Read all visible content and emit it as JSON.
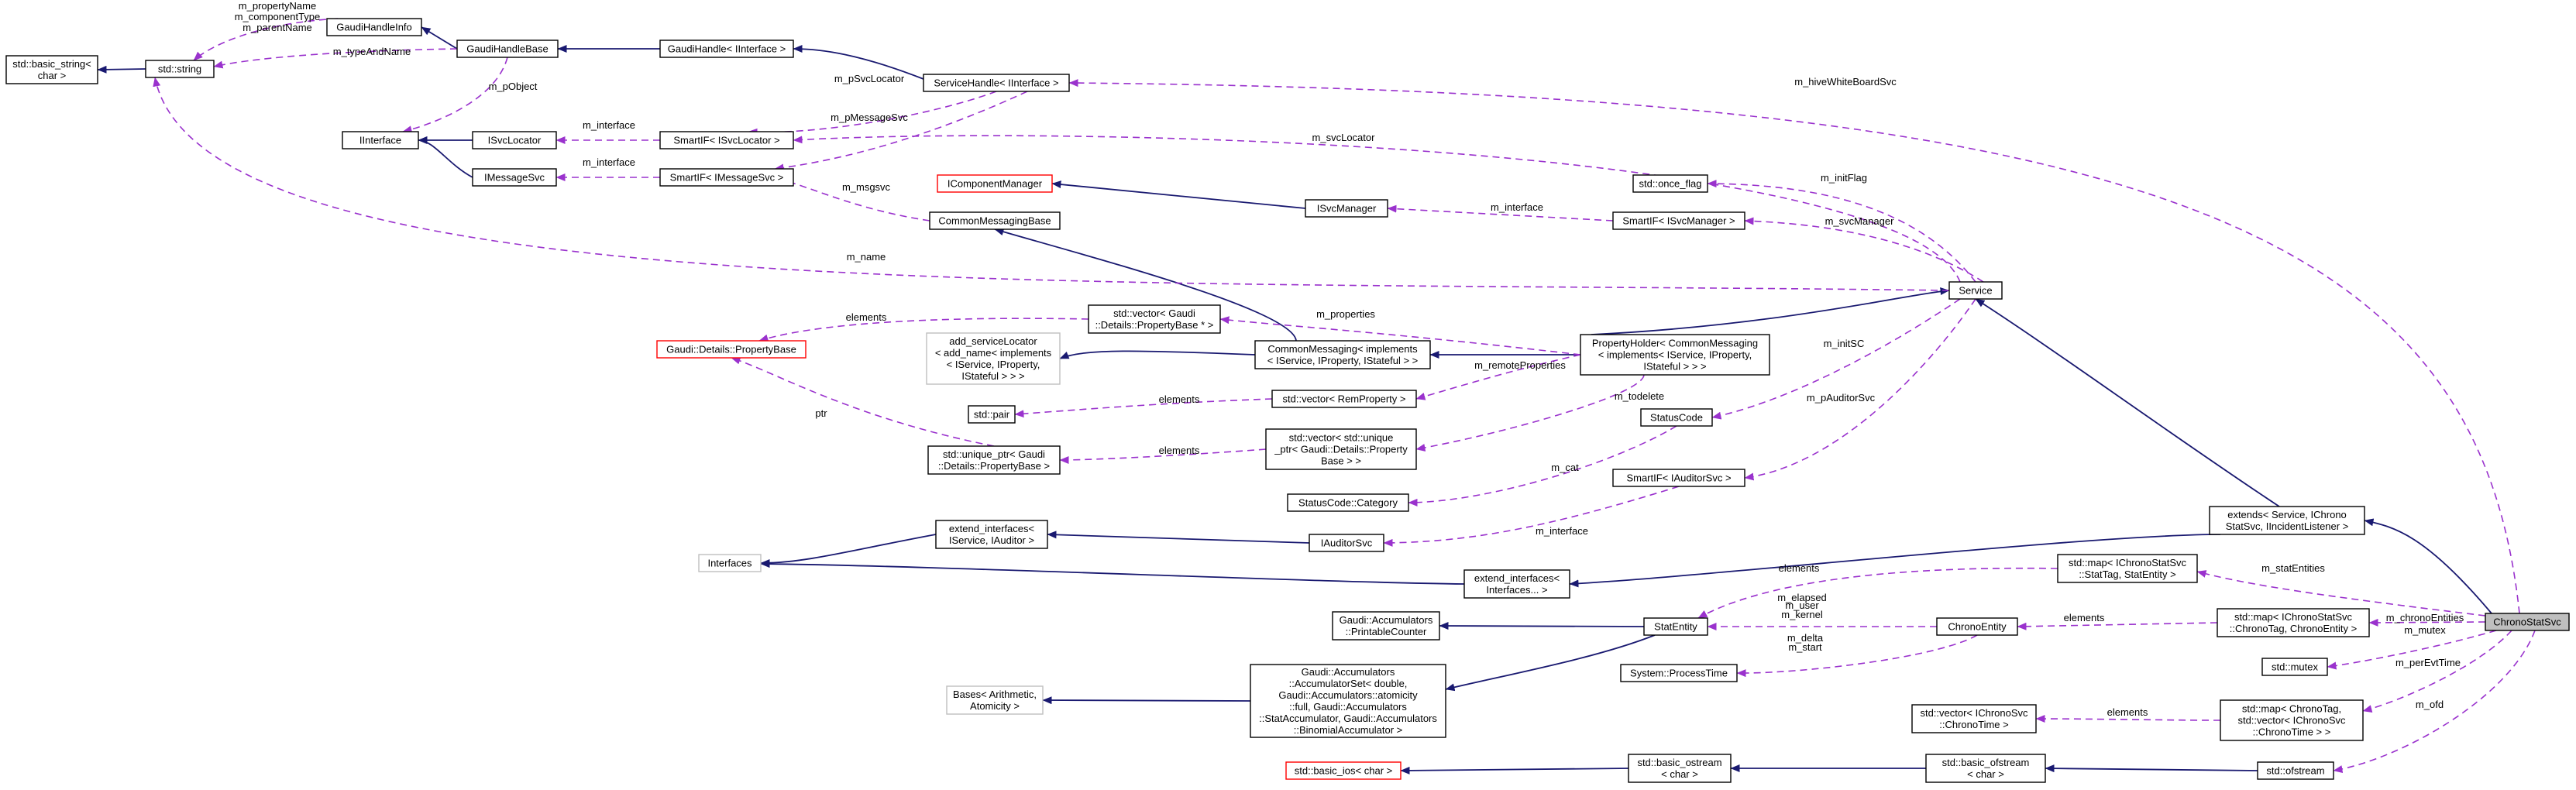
{
  "nodes": {
    "basic_string": [
      "std::basic_string<",
      "char >"
    ],
    "std_string": [
      "std::string"
    ],
    "GaudiHandleInfo": [
      "GaudiHandleInfo"
    ],
    "GaudiHandleBase": [
      "GaudiHandleBase"
    ],
    "GaudiHandle": [
      "GaudiHandle< IInterface >"
    ],
    "ServiceHandle": [
      "ServiceHandle< IInterface >"
    ],
    "IInterface": [
      "IInterface"
    ],
    "ISvcLocator": [
      "ISvcLocator"
    ],
    "SmartIF_ISvcLocator": [
      "SmartIF< ISvcLocator >"
    ],
    "IMessageSvc": [
      "IMessageSvc"
    ],
    "SmartIF_IMessageSvc": [
      "SmartIF< IMessageSvc >"
    ],
    "IComponentManager": [
      "IComponentManager"
    ],
    "ISvcManager": [
      "ISvcManager"
    ],
    "once_flag": [
      "std::once_flag"
    ],
    "SmartIF_ISvcManager": [
      "SmartIF< ISvcManager >"
    ],
    "CommonMessagingBase": [
      "CommonMessagingBase"
    ],
    "Service": [
      "Service"
    ],
    "PropertyBase": [
      "Gaudi::Details::PropertyBase"
    ],
    "vector_PropertyBase": [
      "std::vector< Gaudi",
      "::Details::PropertyBase * >"
    ],
    "add_serviceLocator": [
      "add_serviceLocator",
      "< add_name< implements",
      "< IService, IProperty,",
      "IStateful > > >"
    ],
    "CommonMessaging": [
      "CommonMessaging< implements",
      "< IService, IProperty, IStateful > >"
    ],
    "PropertyHolder": [
      "PropertyHolder< CommonMessaging",
      "< implements< IService, IProperty,",
      "IStateful > > >"
    ],
    "std_pair": [
      "std::pair"
    ],
    "vector_RemProperty": [
      "std::vector< RemProperty >"
    ],
    "StatusCode": [
      "StatusCode"
    ],
    "unique_ptr": [
      "std::unique_ptr< Gaudi",
      "::Details::PropertyBase >"
    ],
    "vector_unique_ptr": [
      "std::vector< std::unique",
      "_ptr< Gaudi::Details::Property",
      "Base > >"
    ],
    "SmartIF_IAuditorSvc": [
      "SmartIF< IAuditorSvc >"
    ],
    "StatusCode_Category": [
      "StatusCode::Category"
    ],
    "extends": [
      "extends< Service, IChrono",
      "StatSvc, IIncidentListener >"
    ],
    "extend_interfaces_auditor": [
      "extend_interfaces<",
      "IService, IAuditor >"
    ],
    "IAuditorSvc": [
      "IAuditorSvc"
    ],
    "Interfaces": [
      "Interfaces"
    ],
    "extend_interfaces_dots": [
      "extend_interfaces<",
      "Interfaces... >"
    ],
    "map_StatTag": [
      "std::map< IChronoStatSvc",
      "::StatTag, StatEntity >"
    ],
    "PrintableCounter": [
      "Gaudi::Accumulators",
      "::PrintableCounter"
    ],
    "StatEntity": [
      "StatEntity"
    ],
    "ChronoEntity": [
      "ChronoEntity"
    ],
    "map_ChronoTag": [
      "std::map< IChronoStatSvc",
      "::ChronoTag, ChronoEntity >"
    ],
    "ChronoStatSvc": [
      "ChronoStatSvc"
    ],
    "ProcessTime": [
      "System::ProcessTime"
    ],
    "std_mutex": [
      "std::mutex"
    ],
    "Bases": [
      "Bases< Arithmetic,",
      "Atomicity >"
    ],
    "AccumulatorSet": [
      "Gaudi::Accumulators",
      "::AccumulatorSet< double,",
      "Gaudi::Accumulators::atomicity",
      "::full, Gaudi::Accumulators",
      "::StatAccumulator, Gaudi::Accumulators",
      "::BinomialAccumulator >"
    ],
    "vector_ChronoTime": [
      "std::vector< IChronoSvc",
      "::ChronoTime >"
    ],
    "map_perEvt": [
      "std::map< ChronoTag,",
      "std::vector< IChronoSvc",
      "::ChronoTime > >"
    ],
    "basic_ios": [
      "std::basic_ios< char >"
    ],
    "basic_ostream": [
      "std::basic_ostream",
      "< char >"
    ],
    "basic_ofstream": [
      "std::basic_ofstream",
      "< char >"
    ],
    "ofstream": [
      "std::ofstream"
    ]
  },
  "edge_labels": {
    "propertyName": "m_propertyName",
    "componentType": "m_componentType",
    "parentName": "m_parentName",
    "typeAndName": "m_typeAndName",
    "pObject": "m_pObject",
    "hiveWhiteBoardSvc": "m_hiveWhiteBoardSvc",
    "pSvcLocator": "m_pSvcLocator",
    "pMessageSvc": "m_pMessageSvc",
    "interface_svclocator": "m_interface",
    "interface_msgsvc": "m_interface",
    "svcLocator": "m_svcLocator",
    "initFlag": "m_initFlag",
    "msgsvc": "m_msgsvc",
    "interface_svcmanager": "m_interface",
    "svcManager": "m_svcManager",
    "name": "m_name",
    "elements_propbase": "elements",
    "properties": "m_properties",
    "remoteProperties": "m_remoteProperties",
    "initSC": "m_initSC",
    "elements_pair": "elements",
    "ptr": "ptr",
    "todelete": "m_todelete",
    "elements_uniq": "elements",
    "pAuditorSvc": "m_pAuditorSvc",
    "cat": "m_cat",
    "interface_auditor": "m_interface",
    "elements_stat": "elements",
    "statEntities": "m_statEntities",
    "elapsed": "m_elapsed",
    "user": "m_user",
    "kernel": "m_kernel",
    "elements_chrono": "elements",
    "chronoEntities": "m_chronoEntities",
    "mutex": "m_mutex",
    "delta": "m_delta",
    "start": "m_start",
    "perEvtTime": "m_perEvtTime",
    "elements_time": "elements",
    "ofd": "m_ofd"
  },
  "colors": {
    "inheritance": "#191970",
    "usage": "#9a32cd",
    "highlight_fill": "#bfbfbf",
    "undocumented_border": "#bfbfbf",
    "truncated_border": "#ff0000"
  }
}
